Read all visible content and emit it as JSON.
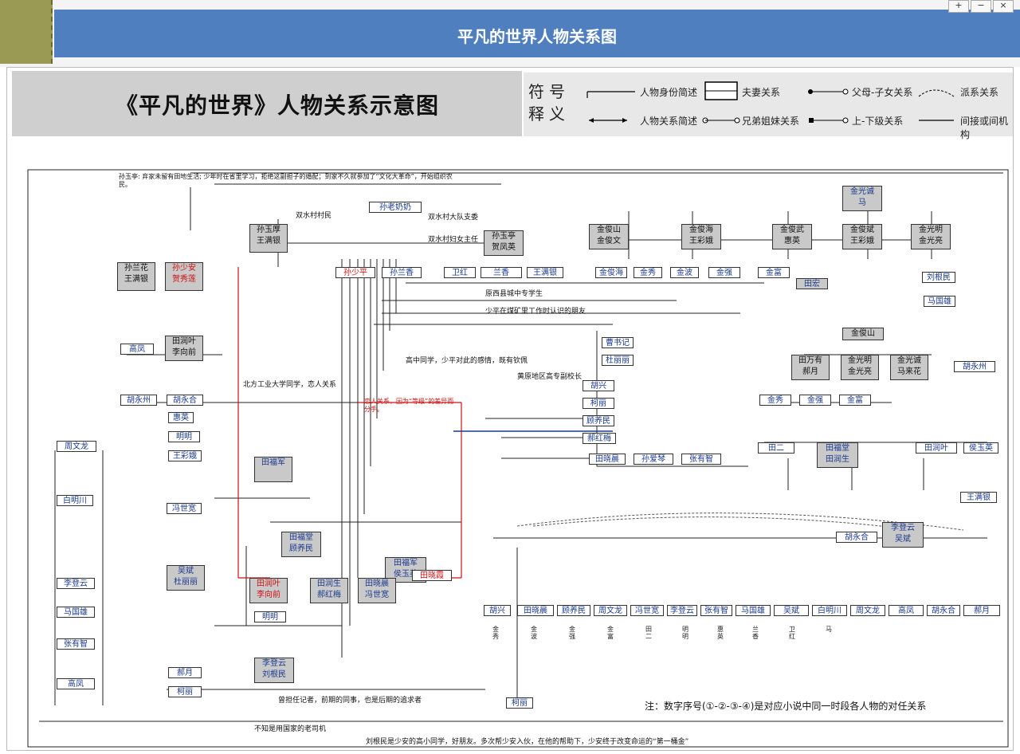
{
  "window": {
    "banner_title": "平凡的世界人物关系图",
    "buttons": [
      "+",
      "−",
      "×"
    ]
  },
  "diagram": {
    "title": "《平凡的世界》人物关系示意图",
    "legend": {
      "heading": "符号释义",
      "items": {
        "identity": "人物身份简述",
        "spouse": "夫妻关系",
        "parent": "父母-子女关系",
        "faction": "派系关系",
        "relation": "人物关系简述",
        "sibling": "兄弟姐妹关系",
        "superior": "上-下级关系",
        "indirect": "间接或间机构"
      }
    },
    "nodes": {
      "sun_yuhou": "孙玉厚",
      "wang_mantin": "王满银",
      "sun_yuting": "孙玉亭",
      "he_fengying": "贺凤英",
      "sun_shaoan": "孙少安",
      "he_xiuliang": "贺秀莲",
      "sun_shaoping": "孙少平",
      "sun_lanxiang": "孙兰香",
      "sun_lanhua": "孙兰花",
      "wang_mangyin": "王满银",
      "sun_laonainai": "孙老奶奶",
      "tian_fujun": "田福军",
      "tian_futang": "田福堂",
      "jin_junshan": "金俊山",
      "jin_junwu": "金俊武",
      "jin_junwen": "金俊文",
      "jin_junhai": "金俊海",
      "jin_bo": "金波",
      "jin_xiu": "金秀",
      "tian_runye": "田润叶",
      "li_xiangqian": "李向前",
      "tian_runsheng": "田润生",
      "hao_hongmei": "郝红梅",
      "tian_xiaoxia": "田晓霞",
      "gu_yanglin": "顾养民",
      "cao_shuji": "曹书记",
      "hu_yongzhou": "胡永州",
      "hu_yonghe": "胡永合",
      "hui_ying": "惠英",
      "ming_ming": "明明",
      "wang_caie": "王彩娥",
      "jin_fuhao": "金富",
      "jin_qiang": "金强",
      "tian_erjiao": "田二",
      "ma_laihua": "马来花",
      "tian_wanyou": "田万有",
      "jin_guangming": "金光明",
      "jin_guangliang": "金光亮",
      "jin_guangcheng": "金光诚",
      "hao_yue": "郝月",
      "ke_dian": "柯丽",
      "zhou_wenlong": "周文龙",
      "wang_caie2": "王彩娥",
      "jin_junbin": "金俊斌",
      "liu_genmin": "刘根民",
      "du_lilia": "杜丽丽",
      "tian_xiaochen": "田晓晨",
      "sun_aiqin": "孙爱琴",
      "zhang_youzhi": "张有智",
      "feng_shiwang": "冯世宽",
      "li_dengyun": "李登云",
      "wu_huiliang": "吴斌",
      "ma_guoxiong": "马国雄",
      "hao_hongmei2": "侯玉英",
      "jin_bo_father": "金俊海",
      "wei_zhuang": "卫红",
      "lan_xiang": "兰香",
      "wang_manyin": "王满银",
      "gao_feng": "高凤",
      "hu_xing": "胡兴",
      "bai_ming": "白明川",
      "ma": "马",
      "tiannhong": "田宏"
    },
    "notes": {
      "n1": "孙玉亭: 弃家未留有田地生活; 少年时在省里学习，拒绝这副担子的婚配；到家不久就参加了“文化大革命”，开始组织农民。",
      "n2": "双水村村民",
      "n3": "双水村大队支委",
      "n4": "双水村妇女主任",
      "n5": "原西县城中专学生",
      "n6": "少平在煤矿里工作时认识的朋友",
      "n7": "高中同学，少平对此的感情，既有钦佩",
      "n8": "北方工业大学同学，恋人关系",
      "n9": "恋人关系，因为“等级”的差异而分手。",
      "n10": "注：数字序号(①-②-③-④)是对应小说中同一时段各人物的对任关系",
      "n11": "刘根民是少安的高小同学，好朋友。多次帮少安入伙，在他的帮助下，少安终于改变命运的“第一桶金”",
      "n12": "不知是用国家的老司机",
      "n13": "曾担任记者，前期的同事，也是后期的追求者",
      "n14": "原西县城中学生",
      "n15": "黄原地区高专副校长"
    },
    "footer_note": "注：数字序号(①-②-③-④)是对应小说中同一时段各人物的对任关系",
    "bottom_note": "刘根民是少安的高小同学，好朋友。多次帮少安入伙，在他的帮助下，少安终于改变命运的“第一桶金”"
  }
}
